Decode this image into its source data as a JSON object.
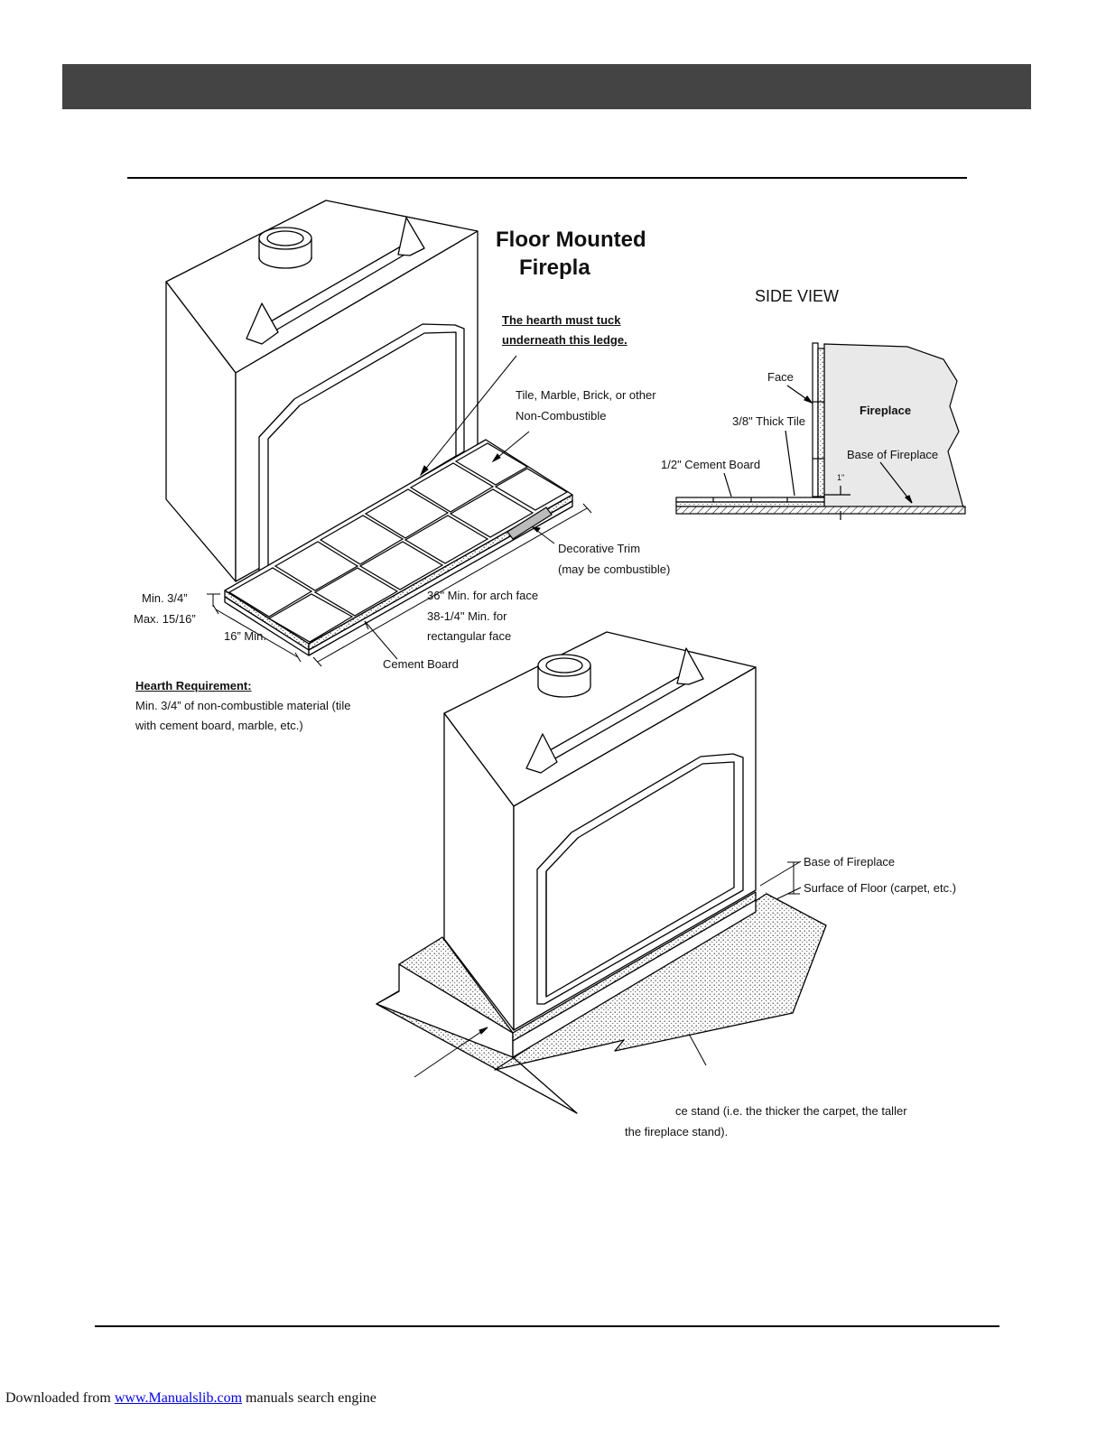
{
  "diagram": {
    "title_line1": "Floor Mounted",
    "title_line2": "Firepla",
    "side_view": "SIDE VIEW",
    "labels": {
      "hearth_tuck_1": "The hearth must tuck",
      "hearth_tuck_2": "underneath this ledge.",
      "tile_1": "Tile, Marble, Brick, or other",
      "tile_2": "Non-Combustible",
      "decorative_trim_1": "Decorative Trim",
      "decorative_trim_2": "(may be combustible)",
      "min_34": "Min. 3/4”",
      "max_1516": "Max. 15/16”",
      "min_16": "16” Min.",
      "arch_1": "36\" Min. for arch face",
      "arch_2": "38-1/4\" Min. for",
      "arch_3": "rectangular face",
      "cement_board": "Cement Board",
      "face": "Face",
      "fireplace": "Fireplace",
      "thick_tile": "3/8\" Thick Tile",
      "base_of_fireplace_side": "Base of Fireplace",
      "cement_board_half": "1/2\" Cement Board",
      "one_inch": "1\"",
      "base_of_fireplace": "Base of Fireplace",
      "surface_of_floor": "Surface of Floor (carpet, etc.)",
      "stand_note_1": "ce stand (i.e. the thicker the carpet, the taller",
      "stand_note_2": "the fireplace stand)."
    },
    "hearth_requirement": {
      "heading": "Hearth Requirement:",
      "line1": "Min. 3/4” of non-combustible material (tile",
      "line2": "with cement board, marble, etc.)"
    }
  },
  "footer": {
    "prefix": "Downloaded from ",
    "link": "www.Manualslib.com",
    "suffix": " manuals search engine"
  }
}
